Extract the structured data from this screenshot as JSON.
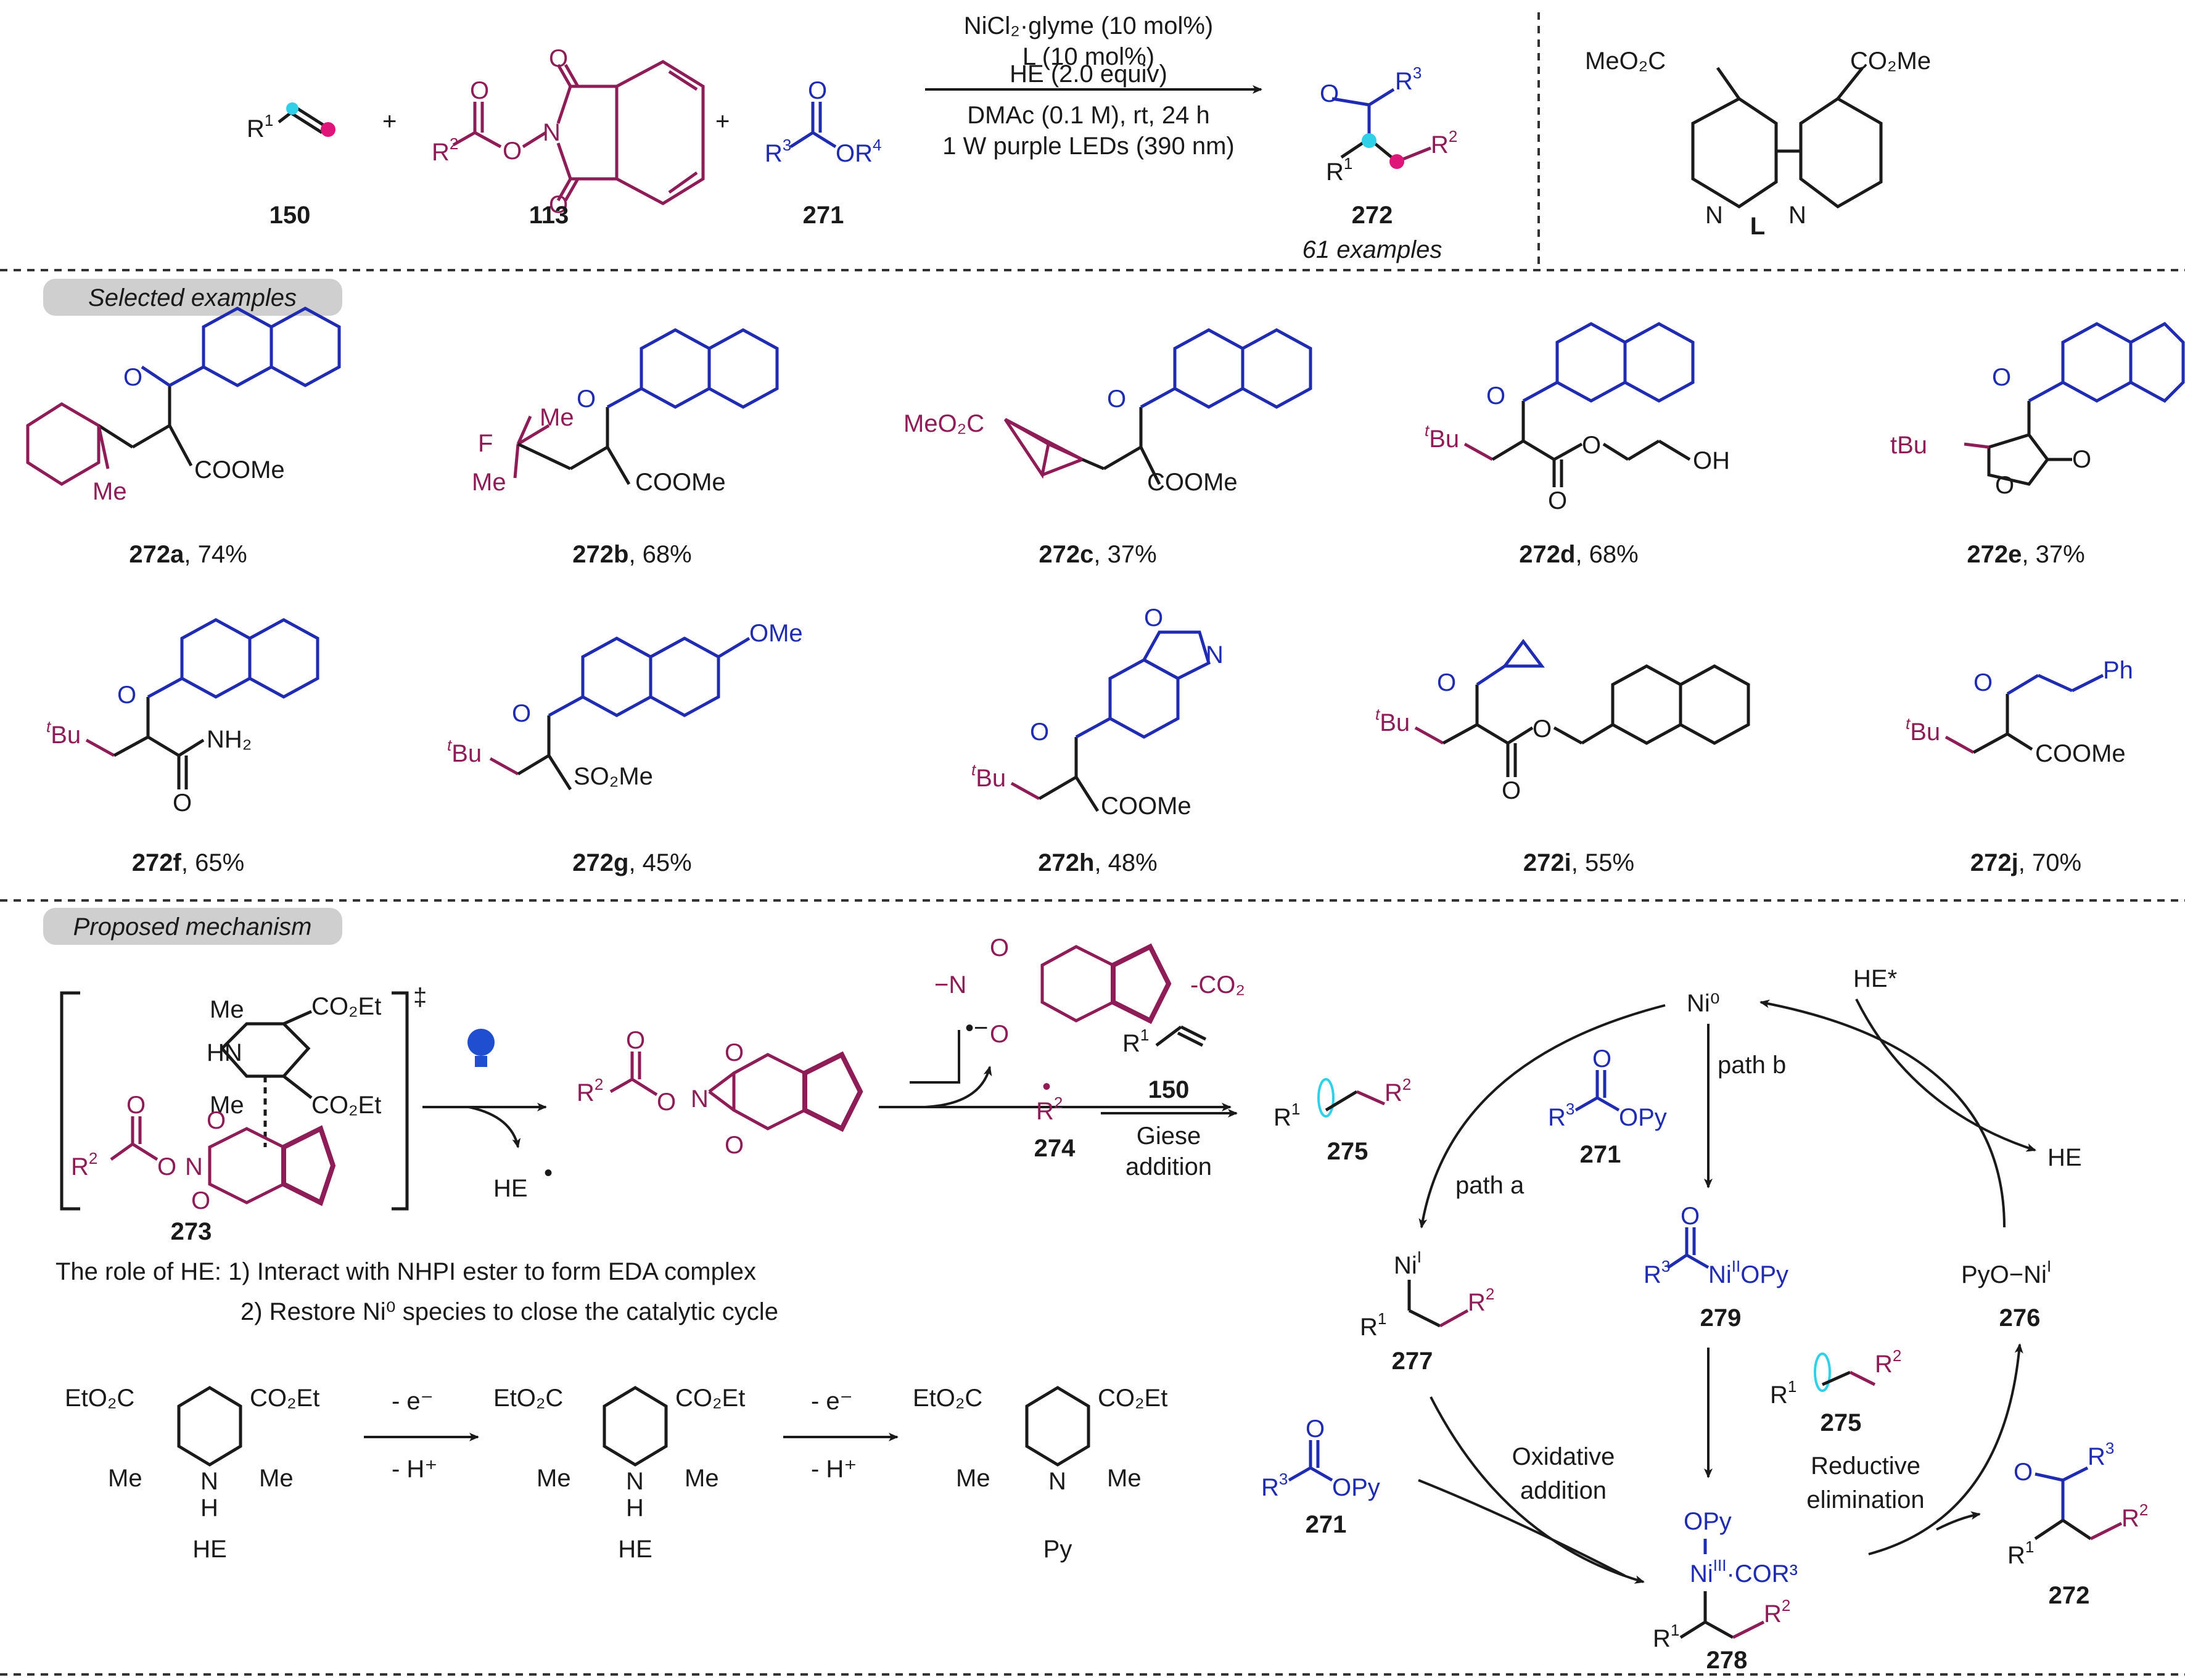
{
  "colors": {
    "maroon": "#8e1c56",
    "blue": "#1f2bb0",
    "pink": "#e0157a",
    "cyan": "#2fd0e8",
    "divider": "#333333",
    "pill": "#cfcfcf",
    "bulb": "#1f4fd0"
  },
  "reaction": {
    "reactant1_label": "150",
    "reactant1_r": "R",
    "reactant1_sup": "1",
    "plus": "+",
    "reactant2_label": "113",
    "reactant3_label": "271",
    "conditions": [
      "NiCl₂·glyme (10 mol%)",
      "L (10 mol%)",
      "HE (2.0 equiv)",
      "DMAc (0.1 M), rt, 24 h",
      "1 W purple LEDs (390 nm)"
    ],
    "product_label": "272",
    "product_note": "61 examples",
    "ligand_label": "L",
    "ligand_left": "MeO₂C",
    "ligand_right": "CO₂Me",
    "ligand_n": "N"
  },
  "sections": {
    "selected": "Selected examples",
    "mechanism": "Proposed mechanism"
  },
  "examples": [
    {
      "id": "272a",
      "yield": ", 74%"
    },
    {
      "id": "272b",
      "yield": ", 68%"
    },
    {
      "id": "272c",
      "yield": ", 37%"
    },
    {
      "id": "272d",
      "yield": ", 68%"
    },
    {
      "id": "272e",
      "yield": ", 37%"
    },
    {
      "id": "272f",
      "yield": ", 65%"
    },
    {
      "id": "272g",
      "yield": ", 45%"
    },
    {
      "id": "272h",
      "yield": ", 48%"
    },
    {
      "id": "272i",
      "yield": ", 55%"
    },
    {
      "id": "272j",
      "yield": ", 70%"
    }
  ],
  "example_text": {
    "coome": "COOMe",
    "me": "Me",
    "f": "F",
    "meo2c": "MeO₂C",
    "tbu": "Bu",
    "tbu_sup": "t",
    "tbu_italic": "tBu",
    "oh": "OH",
    "o": "O",
    "nh2": "NH₂",
    "so2me": "SO₂Me",
    "ome": "OMe",
    "n": "N",
    "ph": "Ph"
  },
  "mechanism": {
    "eda_label": "273",
    "eda_dagger": "‡",
    "he_dot": "HE",
    "radical_label": "274",
    "alkene_label": "150",
    "giese": [
      "Giese",
      "addition"
    ],
    "co2": "-CO₂",
    "radical_anion_mark": "•−",
    "he_role": [
      "The role of HE: 1) Interact with NHPI ester to form EDA complex",
      "2) Restore Ni⁰ species to close the catalytic cycle"
    ],
    "he_series": {
      "labels": [
        "HE",
        "HE",
        "Py"
      ],
      "steps": [
        "- e⁻",
        "- H⁺"
      ],
      "eto2c": "EtO₂C",
      "co2et": "CO₂Et",
      "me": "Me",
      "nh": "N",
      "h": "H"
    },
    "cycle": {
      "ni0": "Ni⁰",
      "he_star": "HE*",
      "he": "HE",
      "path_a": "path a",
      "path_b": "path b",
      "label_275": "275",
      "label_271": "271",
      "label_277": "277",
      "label_279": "279",
      "label_276": "276",
      "label_278": "278",
      "label_272": "272",
      "ni1": "Ni",
      "ni1_sup": "I",
      "opy": "OPy",
      "py_o_ni": "PyO−Ni",
      "ni2": "Ni",
      "ni2_sup": "II",
      "ni3": "Ni",
      "ni3_sup": "III",
      "cor3": "·COR³",
      "oxidative": [
        "Oxidative",
        "addition"
      ],
      "reductive": [
        "Reductive",
        "elimination"
      ]
    }
  }
}
